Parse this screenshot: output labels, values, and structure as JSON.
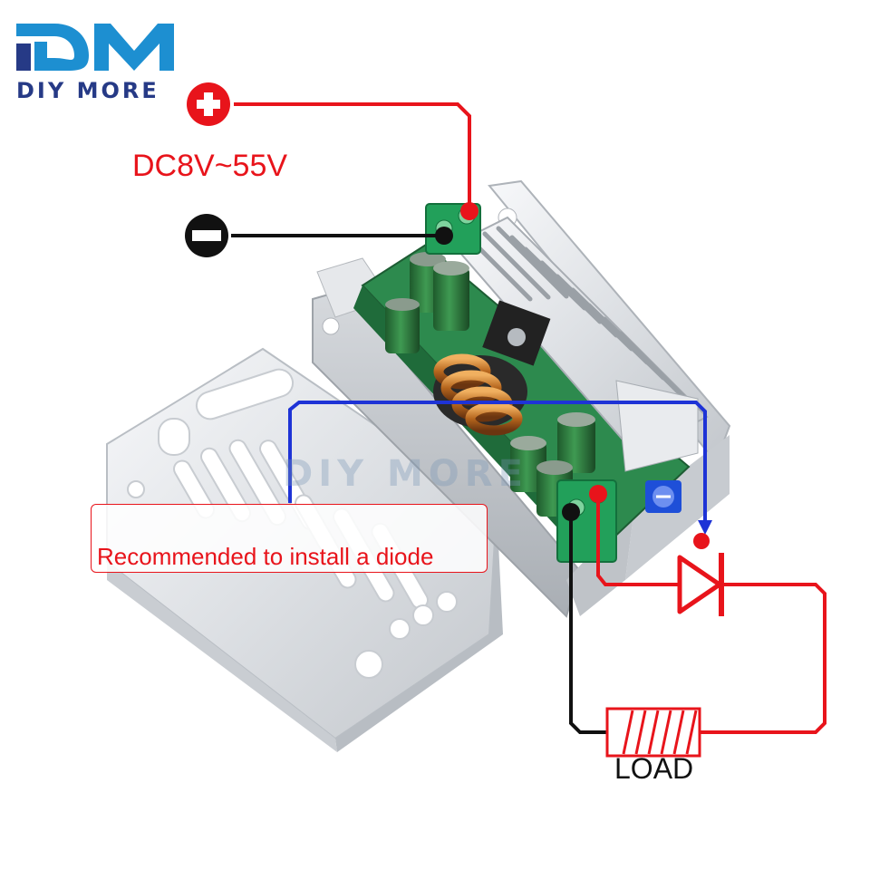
{
  "brand": {
    "logo_letters": "DM",
    "name": "DIY MORE",
    "watermark_name": "DIY MORE"
  },
  "supply": {
    "voltage_range": "DC8V~55V",
    "positive_symbol": "plus-icon",
    "negative_symbol": "minus-icon"
  },
  "notes": {
    "diode_recommendation": "Recommended to install a diode"
  },
  "load": {
    "label": "LOAD"
  },
  "colors": {
    "positive_wire": "#e8141b",
    "negative_wire": "#111111",
    "sense_wire": "#1e33d6",
    "brand_blue": "#1d8fd1",
    "brand_dark": "#263a86",
    "pcb_green": "#2d8a4e",
    "terminal_green": "#22a05a",
    "aluminium": "#dcdfe3"
  },
  "image": {
    "subject": "DC-DC boost converter module with aluminium heatsink and removed cover plate"
  }
}
